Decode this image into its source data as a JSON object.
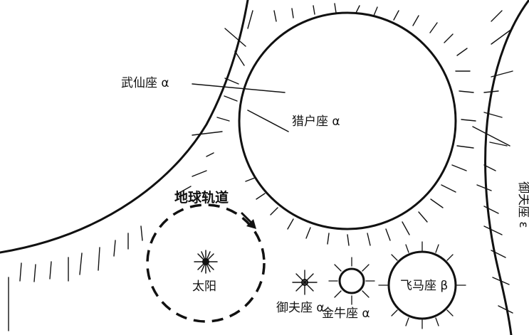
{
  "labels": {
    "betelgeuse": "猎户座 α",
    "canis_major": "武仙座 α",
    "auriga_epsilon": "御夫座 ε",
    "earth_orbit": "地球轨道",
    "sun": "太阳",
    "capella": "御夫座 α",
    "aldebaran": "金牛座 α",
    "pegasus_beta": "飞马座 β"
  },
  "colors": {
    "ink": "#111111",
    "background": "#ffffff"
  }
}
